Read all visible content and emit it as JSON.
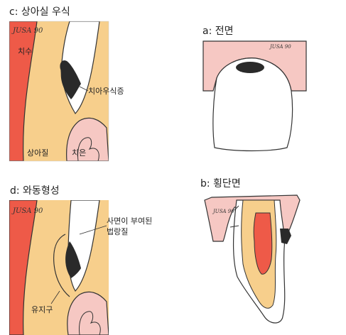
{
  "panels": {
    "c": {
      "title": "c: 상아실 우식",
      "signature": "JUSA 90",
      "labels": {
        "pulp": "치수",
        "caries": "치아우식증",
        "dentin": "상아질",
        "gingiva": "치은"
      }
    },
    "a": {
      "title": "a: 전면",
      "signature": "JUSA 90"
    },
    "d": {
      "title": "d: 와동형성",
      "signature": "JUSA 90",
      "labels": {
        "enamel_line1": "사면이 부여된",
        "enamel_line2": "법랑질",
        "retention": "유지구"
      }
    },
    "b": {
      "title": "b: 횡단면",
      "signature": "JUSA 90"
    }
  },
  "colors": {
    "pulp": "#ee5a48",
    "dentin": "#f7cf8c",
    "enamel": "#ffffff",
    "gingiva": "#f6c8c3",
    "caries": "#2a2a2a",
    "outline": "#333333"
  }
}
